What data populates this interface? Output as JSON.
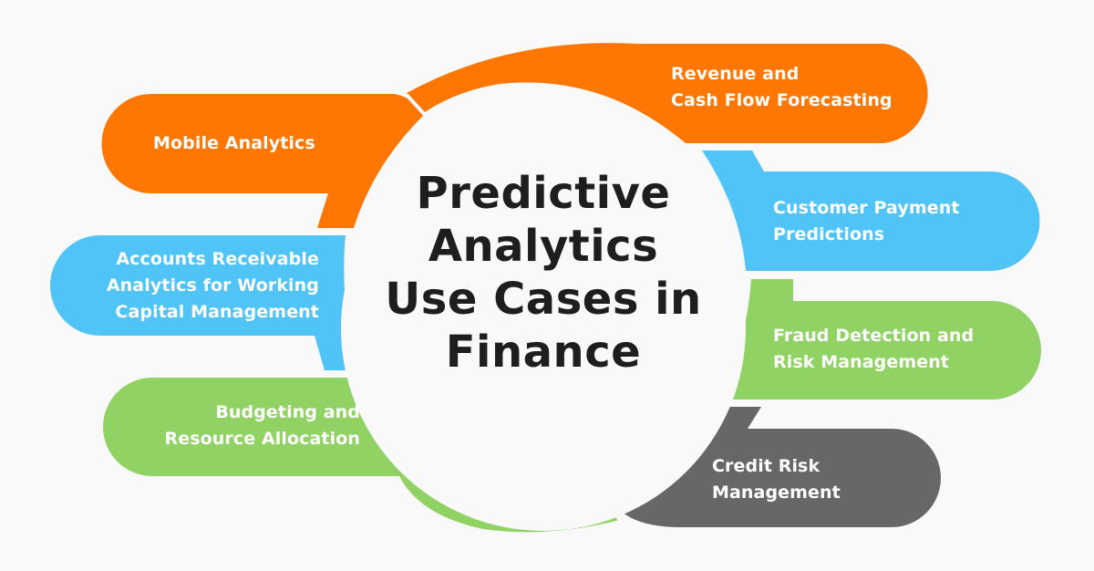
{
  "title": {
    "lines": [
      "Predictive",
      "Analytics",
      "Use Cases in",
      "Finance"
    ]
  },
  "colors": {
    "background": "#f9f9f9",
    "orange": "#fd7702",
    "blue": "#50c4f7",
    "green": "#91d265",
    "gray": "#676767",
    "title_text": "#1e1e1e",
    "label_text": "#ffffff"
  },
  "items": [
    {
      "id": "mobile-analytics",
      "color": "orange",
      "lines": [
        "Mobile Analytics"
      ]
    },
    {
      "id": "revenue-cash-flow",
      "color": "orange",
      "lines": [
        "Revenue and",
        "Cash Flow Forecasting"
      ]
    },
    {
      "id": "customer-payment",
      "color": "blue",
      "lines": [
        "Customer Payment",
        "Predictions"
      ]
    },
    {
      "id": "accounts-receivable",
      "color": "blue",
      "lines": [
        "Accounts Receivable",
        "Analytics for Working",
        "Capital Management"
      ]
    },
    {
      "id": "fraud-detection",
      "color": "green",
      "lines": [
        "Fraud Detection and",
        "Risk Management"
      ]
    },
    {
      "id": "budgeting",
      "color": "green",
      "lines": [
        "Budgeting and",
        "Resource Allocation"
      ]
    },
    {
      "id": "credit-risk",
      "color": "gray",
      "lines": [
        "Credit Risk",
        "Management"
      ]
    }
  ]
}
